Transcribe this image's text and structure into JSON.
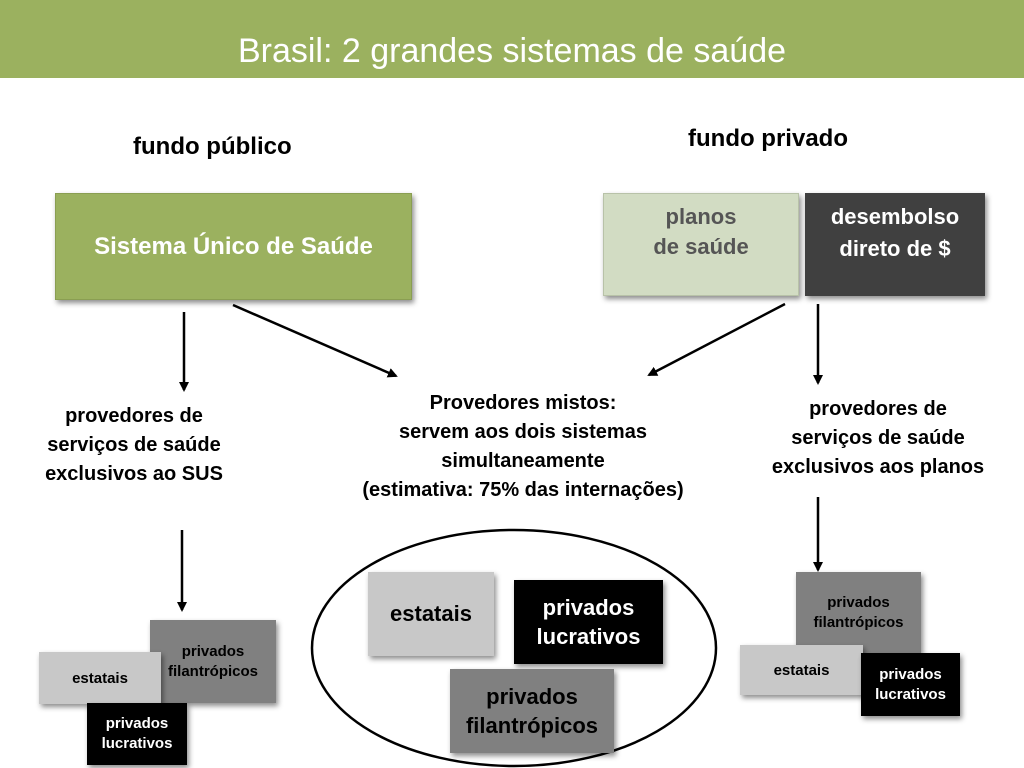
{
  "header": {
    "title": "Brasil: 2 grandes sistemas de saúde"
  },
  "left": {
    "heading": "fundo público",
    "sus_box": "Sistema Único de Saúde",
    "providers_text": "provedores de\nserviços de saúde\nexclusivos ao SUS",
    "cluster": {
      "filantropicos": "privados\nfilantrópicos",
      "estatais": "estatais",
      "lucrativos": "privados\nlucrativos"
    }
  },
  "right": {
    "heading": "fundo privado",
    "planos_box": "planos\nde saúde",
    "desembolso_box": "desembolso\ndireto de $",
    "providers_text": "provedores de\nserviços de saúde\nexclusivos aos planos",
    "cluster": {
      "filantropicos": "privados\nfilantrópicos",
      "estatais": "estatais",
      "lucrativos": "privados\nlucrativos"
    }
  },
  "center": {
    "mixed_text": "Provedores mistos:\nservem aos dois sistemas\nsimultaneamente\n(estimativa: 75% das internações)",
    "cluster": {
      "estatais": "estatais",
      "lucrativos": "privados\nlucrativos",
      "filantropicos": "privados\nfilantrópicos"
    }
  },
  "colors": {
    "header": "#9bb15f",
    "sus": "#9bb15f",
    "planos": "#d2dcc3",
    "desembolso": "#404040",
    "estatais": "#c8c8c8",
    "filantropicos": "#808080",
    "lucrativos": "#000000"
  }
}
